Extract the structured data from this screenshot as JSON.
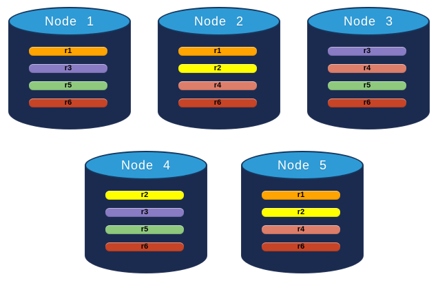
{
  "diagram": {
    "background": "#ffffff",
    "colors": {
      "cylinder_body": "#1B2B50",
      "cylinder_top": "#2E9BD6",
      "cylinder_top_border": "#17375E",
      "title_text": "#FFFFFF",
      "bar_text": "#000000",
      "replicas": {
        "r1": "#FFA400",
        "r2": "#FFFF00",
        "r3": "#8A7CC4",
        "r4": "#DD7E6B",
        "r5": "#8FC97E",
        "r6": "#C74426"
      }
    },
    "nodes": [
      {
        "label": "Node 1",
        "row": 1,
        "replicas": [
          "r1",
          "r3",
          "r5",
          "r6"
        ]
      },
      {
        "label": "Node 2",
        "row": 1,
        "replicas": [
          "r1",
          "r2",
          "r4",
          "r6"
        ]
      },
      {
        "label": "Node 3",
        "row": 1,
        "replicas": [
          "r3",
          "r4",
          "r5",
          "r6"
        ]
      },
      {
        "label": "Node 4",
        "row": 2,
        "replicas": [
          "r2",
          "r3",
          "r5",
          "r6"
        ]
      },
      {
        "label": "Node 5",
        "row": 2,
        "replicas": [
          "r1",
          "r2",
          "r4",
          "r6"
        ]
      }
    ]
  }
}
